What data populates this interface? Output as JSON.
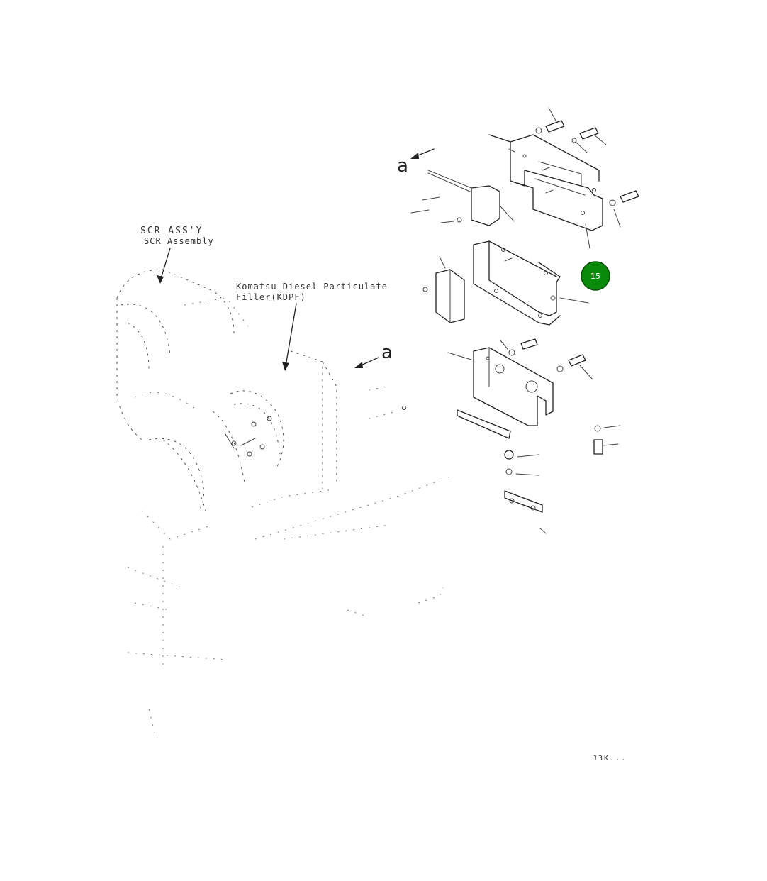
{
  "labels": {
    "scr_line1": "SCR ASS'Y",
    "scr_line2": "SCR Assembly",
    "dpf_line1": "Komatsu Diesel Particulate",
    "dpf_line2": "Filler(KDPF)",
    "view_a_top": "a",
    "view_a_mid": "a",
    "drawing_code": "J3K..."
  },
  "callouts": [
    {
      "id": "15",
      "label": "15",
      "color": "#0a8a0a"
    }
  ],
  "colors": {
    "line": "#222222",
    "background": "#ffffff",
    "callout_fill": "#0a8a0a",
    "callout_text": "#ffffff"
  }
}
